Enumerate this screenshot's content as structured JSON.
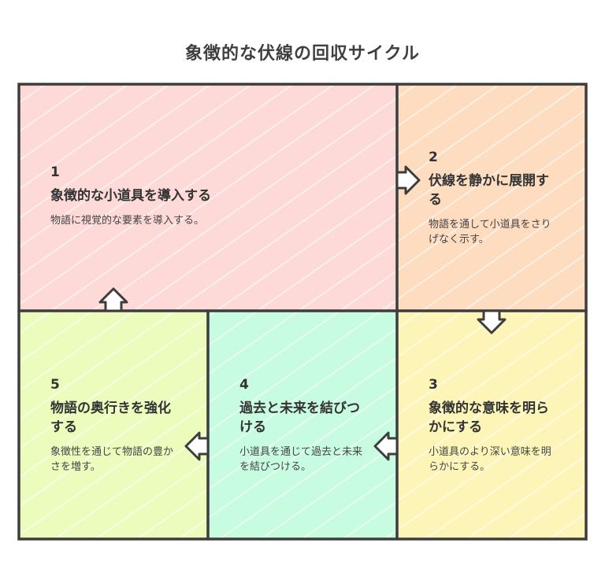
{
  "title": "象徴的な伏線の回収サイクル",
  "steps": [
    {
      "number": "1",
      "heading": "象徴的な小道具を導入する",
      "desc": "物語に視覚的な要素を導入する。",
      "color": "#fdd9d7"
    },
    {
      "number": "2",
      "heading": "伏線を静かに展開する",
      "desc": "物語を通して小道具をさりげなく示す。",
      "color": "#fddcc0"
    },
    {
      "number": "3",
      "heading": "象徴的な意味を明らかにする",
      "desc": "小道具のより深い意味を明らかにする。",
      "color": "#fdf5b7"
    },
    {
      "number": "4",
      "heading": "過去と未来を結びつける",
      "desc": "小道具を通じて過去と未来を結びつける。",
      "color": "#c7fce0"
    },
    {
      "number": "5",
      "heading": "物語の奥行きを強化する",
      "desc": "象徴性を通じて物語の豊かさを増す。",
      "color": "#ebfcbd"
    }
  ]
}
